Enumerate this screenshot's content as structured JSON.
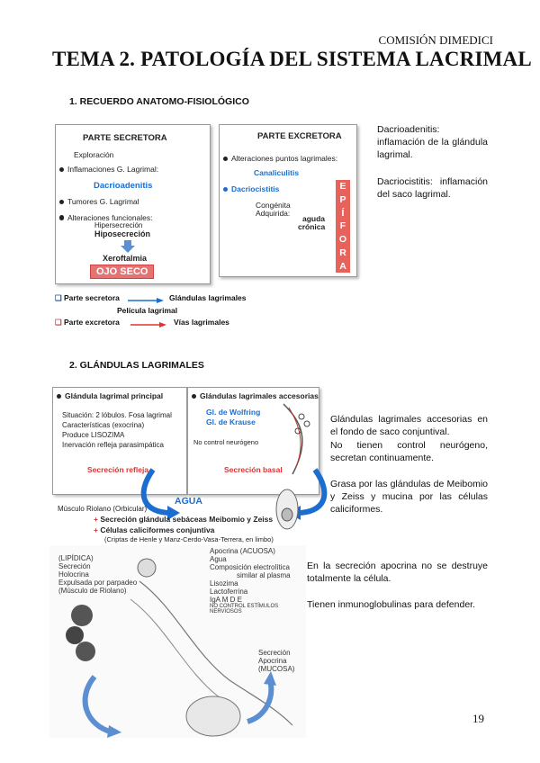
{
  "header": "COMISIÓN DIMEDICI",
  "title": "TEMA 2. PATOLOGÍA DEL SISTEMA LACRIMAL",
  "section1": {
    "heading": "1.  RECUERDO ANATOMO-FISIOLÓGICO",
    "secretora": {
      "title": "PARTE SECRETORA",
      "exploracion": "Exploración",
      "inflamaciones": "Inflamaciones G. Lagrimal:",
      "dacrioadenitis": "Dacrioadenitis",
      "tumores": "Tumores G. Lagrimal",
      "alteraciones": "Alteraciones funcionales:",
      "hiper": "Hipersecreción",
      "hipo": "Hiposecreción",
      "xeroftalmia": "Xeroftalmia",
      "ojo_seco": "OJO SECO"
    },
    "excretora": {
      "title": "PARTE EXCRETORA",
      "alteraciones": "Alteraciones puntos lagrimales:",
      "canaliculitis": "Canaliculitis",
      "dacriocistitis": "Dacriocistitis",
      "congenita": "Congénita",
      "adquirida": "Adquirida:",
      "aguda": "aguda",
      "cronica": "crónica",
      "epifora": [
        "E",
        "P",
        "Í",
        "F",
        "O",
        "R",
        "A"
      ]
    },
    "legend": {
      "secretora": "Parte secretora",
      "glandulas": "Glándulas lagrimales",
      "pelicula": "Película lagrimal",
      "excretora": "Parte excretora",
      "vias": "Vías lagrimales"
    },
    "side": {
      "p1": "Dacrioadenitis: inflamación de la glándula lagrimal.",
      "p2": "Dacriocistitis: inflamación del saco lagrimal."
    }
  },
  "section2": {
    "heading": "2.  GLÁNDULAS LAGRIMALES",
    "principal": {
      "title": "Glándula lagrimal principal",
      "l1": "Situación: 2 lóbulos. Fosa lagrimal",
      "l2": "Características (exocrina)",
      "l3": "Produce LISOZIMA",
      "l4": "Inervación refleja parasimpática",
      "refleja": "Secreción refleja"
    },
    "accesorias": {
      "title": "Glándulas lagrimales  accesorias",
      "wolfring": "Gl. de Wolfring",
      "krause": "Gl. de Krause",
      "control": "No control neurógeno",
      "basal": "Secreción basal"
    },
    "agua": "AGUA",
    "riolano": "Músculo Riolano (Orbicular)",
    "sebaceas": "Secreción glándula sebáceas Meibomio y Zeiss",
    "caliciformes": "Células caliciformes conjuntiva",
    "criptas": "(Criptas de Henle y Manz-Cerdo-Vasa-Terrera, en limbo)",
    "diagram": {
      "lipidica": "(LIPÍDICA)",
      "secrecion": "Secreción",
      "holocrina": "Holocrina",
      "parpadeo": "Expulsada por parpadeo",
      "riolano": "(Músculo de Riolano)",
      "apocrina_acuosa": "Apocrina (ACUOSA)",
      "agua": "Agua",
      "composicion": "Composición electrolítica",
      "similar": "similar al plasma",
      "lisozima": "Lisozima",
      "lactoferrina": "Lactoferrina",
      "igs": "IgA M D E",
      "control": "NO CONTROL ESTÍMULOS NERVIOSOS",
      "sec2": "Secreción",
      "apocrina": "Apocrina",
      "mucosa": "(MUCOSA)"
    },
    "side": {
      "p1": "Glándulas lagrimales accesorias en el fondo de saco conjuntival.",
      "p2": "No tienen control neurógeno, secretan continuamente.",
      "p3": "Grasa por las glándulas de Meibomio y Zeiss y mucina por las células caliciformes.",
      "p4": "En la secreción apocrina no se destruye totalmente la célula.",
      "p5": "Tienen inmunoglobulinas para defender."
    }
  },
  "page_number": "19",
  "colors": {
    "blue": "#1b6ecf",
    "red": "#e53030",
    "epifora": "#e8625c"
  }
}
